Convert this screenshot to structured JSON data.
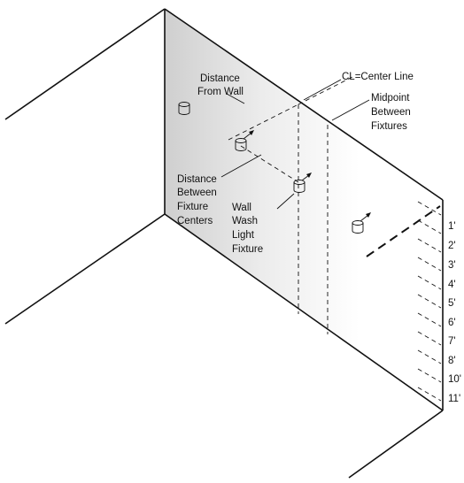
{
  "labels": {
    "distance_from_wall": [
      "Distance",
      "From Wall"
    ],
    "center_line": "CL=Center Line",
    "midpoint": [
      "Midpoint",
      "Between",
      "Fixtures"
    ],
    "distance_between": [
      "Distance",
      "Between",
      "Fixture",
      "Centers"
    ],
    "wall_wash": [
      "Wall",
      "Wash",
      "Light",
      "Fixture"
    ]
  },
  "foot_marks": [
    "1'",
    "2'",
    "3'",
    "4'",
    "5'",
    "6'",
    "7'",
    "8'",
    "10'",
    "11'"
  ],
  "colors": {
    "line": "#111111",
    "wall_shade": "#cfcfcf",
    "background": "#ffffff"
  }
}
